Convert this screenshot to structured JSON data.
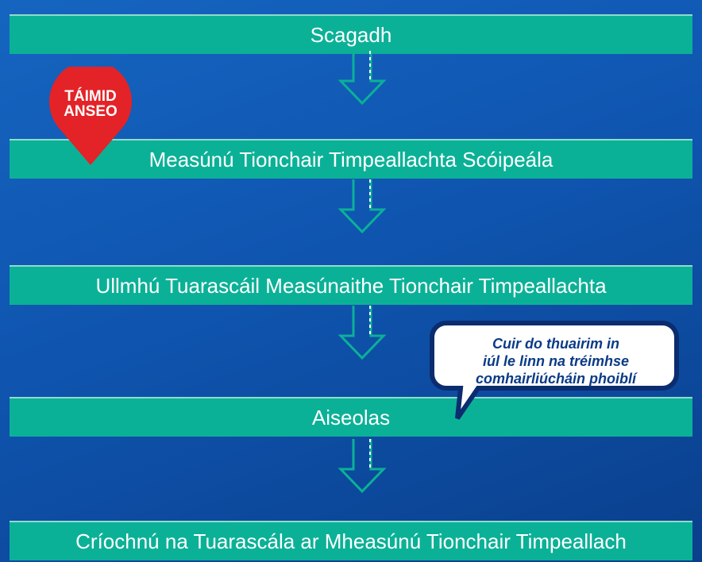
{
  "steps": [
    {
      "label": "Scagadh"
    },
    {
      "label": "Measúnú Tionchair Timpeallachta Scóipeála"
    },
    {
      "label": "Ullmhú Tuarascáil Measúnaithe Tionchair Timpeallachta"
    },
    {
      "label": "Aiseolas"
    },
    {
      "label": "Críochnú na Tuarascála ar Mheasúnú Tionchair Timpeallach"
    }
  ],
  "marker": {
    "line1": "TÁIMID",
    "line2": "ANSEO",
    "color": "#e32327"
  },
  "callout": {
    "line1": "Cuir do thuairim in",
    "line2": "iúl le linn na tréimhse",
    "line3": "comhairliúcháin phoiblí",
    "text_color": "#0b3b86"
  },
  "colors": {
    "step": "#0bb197",
    "background": "#1565c0"
  }
}
